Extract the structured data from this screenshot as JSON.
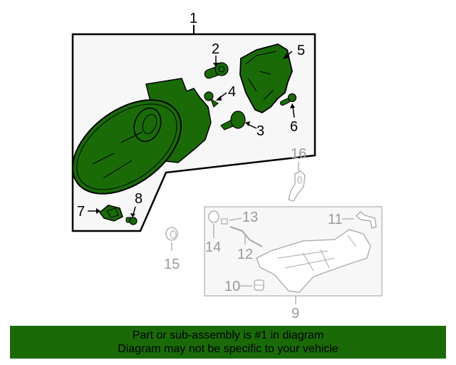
{
  "diagram": {
    "title": "Headlamp components parts diagram",
    "colors": {
      "part_fill": "#1a6b08",
      "part_outline": "#000000",
      "box_fill": "#f7f7f7",
      "box_border": "#000000",
      "secondary_outline": "#a8a8a8",
      "secondary_box_border": "#b5b5b5",
      "secondary_label": "#9a9a9a"
    },
    "callouts": [
      {
        "number": "1",
        "part": "headlamp assembly",
        "highlighted": true
      },
      {
        "number": "2",
        "part": "bulb",
        "highlighted": true
      },
      {
        "number": "3",
        "part": "bulb",
        "highlighted": true
      },
      {
        "number": "4",
        "part": "socket clip",
        "highlighted": true
      },
      {
        "number": "5",
        "part": "rear cover / housing",
        "highlighted": true
      },
      {
        "number": "6",
        "part": "screw",
        "highlighted": true
      },
      {
        "number": "7",
        "part": "cover cap",
        "highlighted": true
      },
      {
        "number": "8",
        "part": "screw",
        "highlighted": true
      },
      {
        "number": "9",
        "part": "bracket assembly",
        "highlighted": false
      },
      {
        "number": "10",
        "part": "grommet",
        "highlighted": false
      },
      {
        "number": "11",
        "part": "bracket",
        "highlighted": false
      },
      {
        "number": "12",
        "part": "rod",
        "highlighted": false
      },
      {
        "number": "13",
        "part": "nut",
        "highlighted": false
      },
      {
        "number": "14",
        "part": "grommet",
        "highlighted": false
      },
      {
        "number": "15",
        "part": "clip",
        "highlighted": false
      },
      {
        "number": "16",
        "part": "bracket",
        "highlighted": false
      }
    ]
  },
  "banner": {
    "line1": "Part or sub-assembly is #1 in diagram",
    "line2": "Diagram may not be specific to your vehicle",
    "background": "#1a6b08"
  }
}
